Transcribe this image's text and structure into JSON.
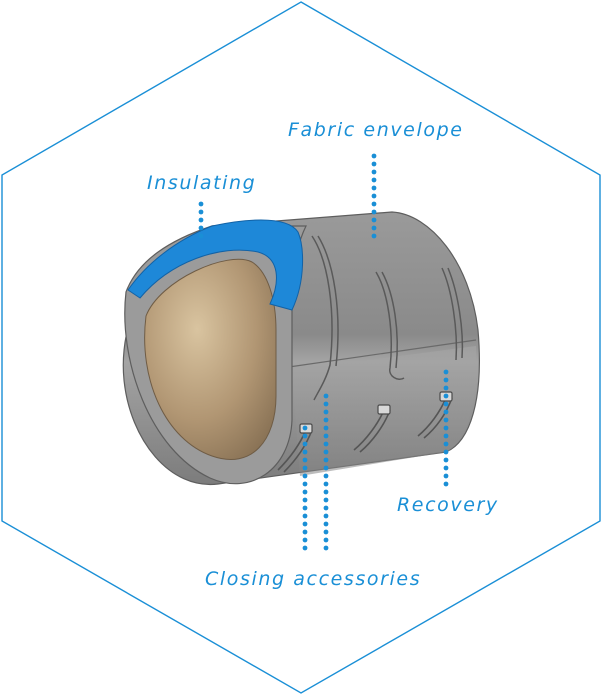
{
  "colors": {
    "accent": "#1a8fd6",
    "hexagon_outline": "#1a8fd6",
    "insulation_blue": "#1e88d8",
    "shell_gray": "#8f8f8f",
    "inner_tan": "#b79e78"
  },
  "labels": {
    "fabric_envelope": "Fabric envelope",
    "insulating": "Insulating",
    "recovery": "Recovery",
    "closing_accessories": "Closing accessories"
  }
}
